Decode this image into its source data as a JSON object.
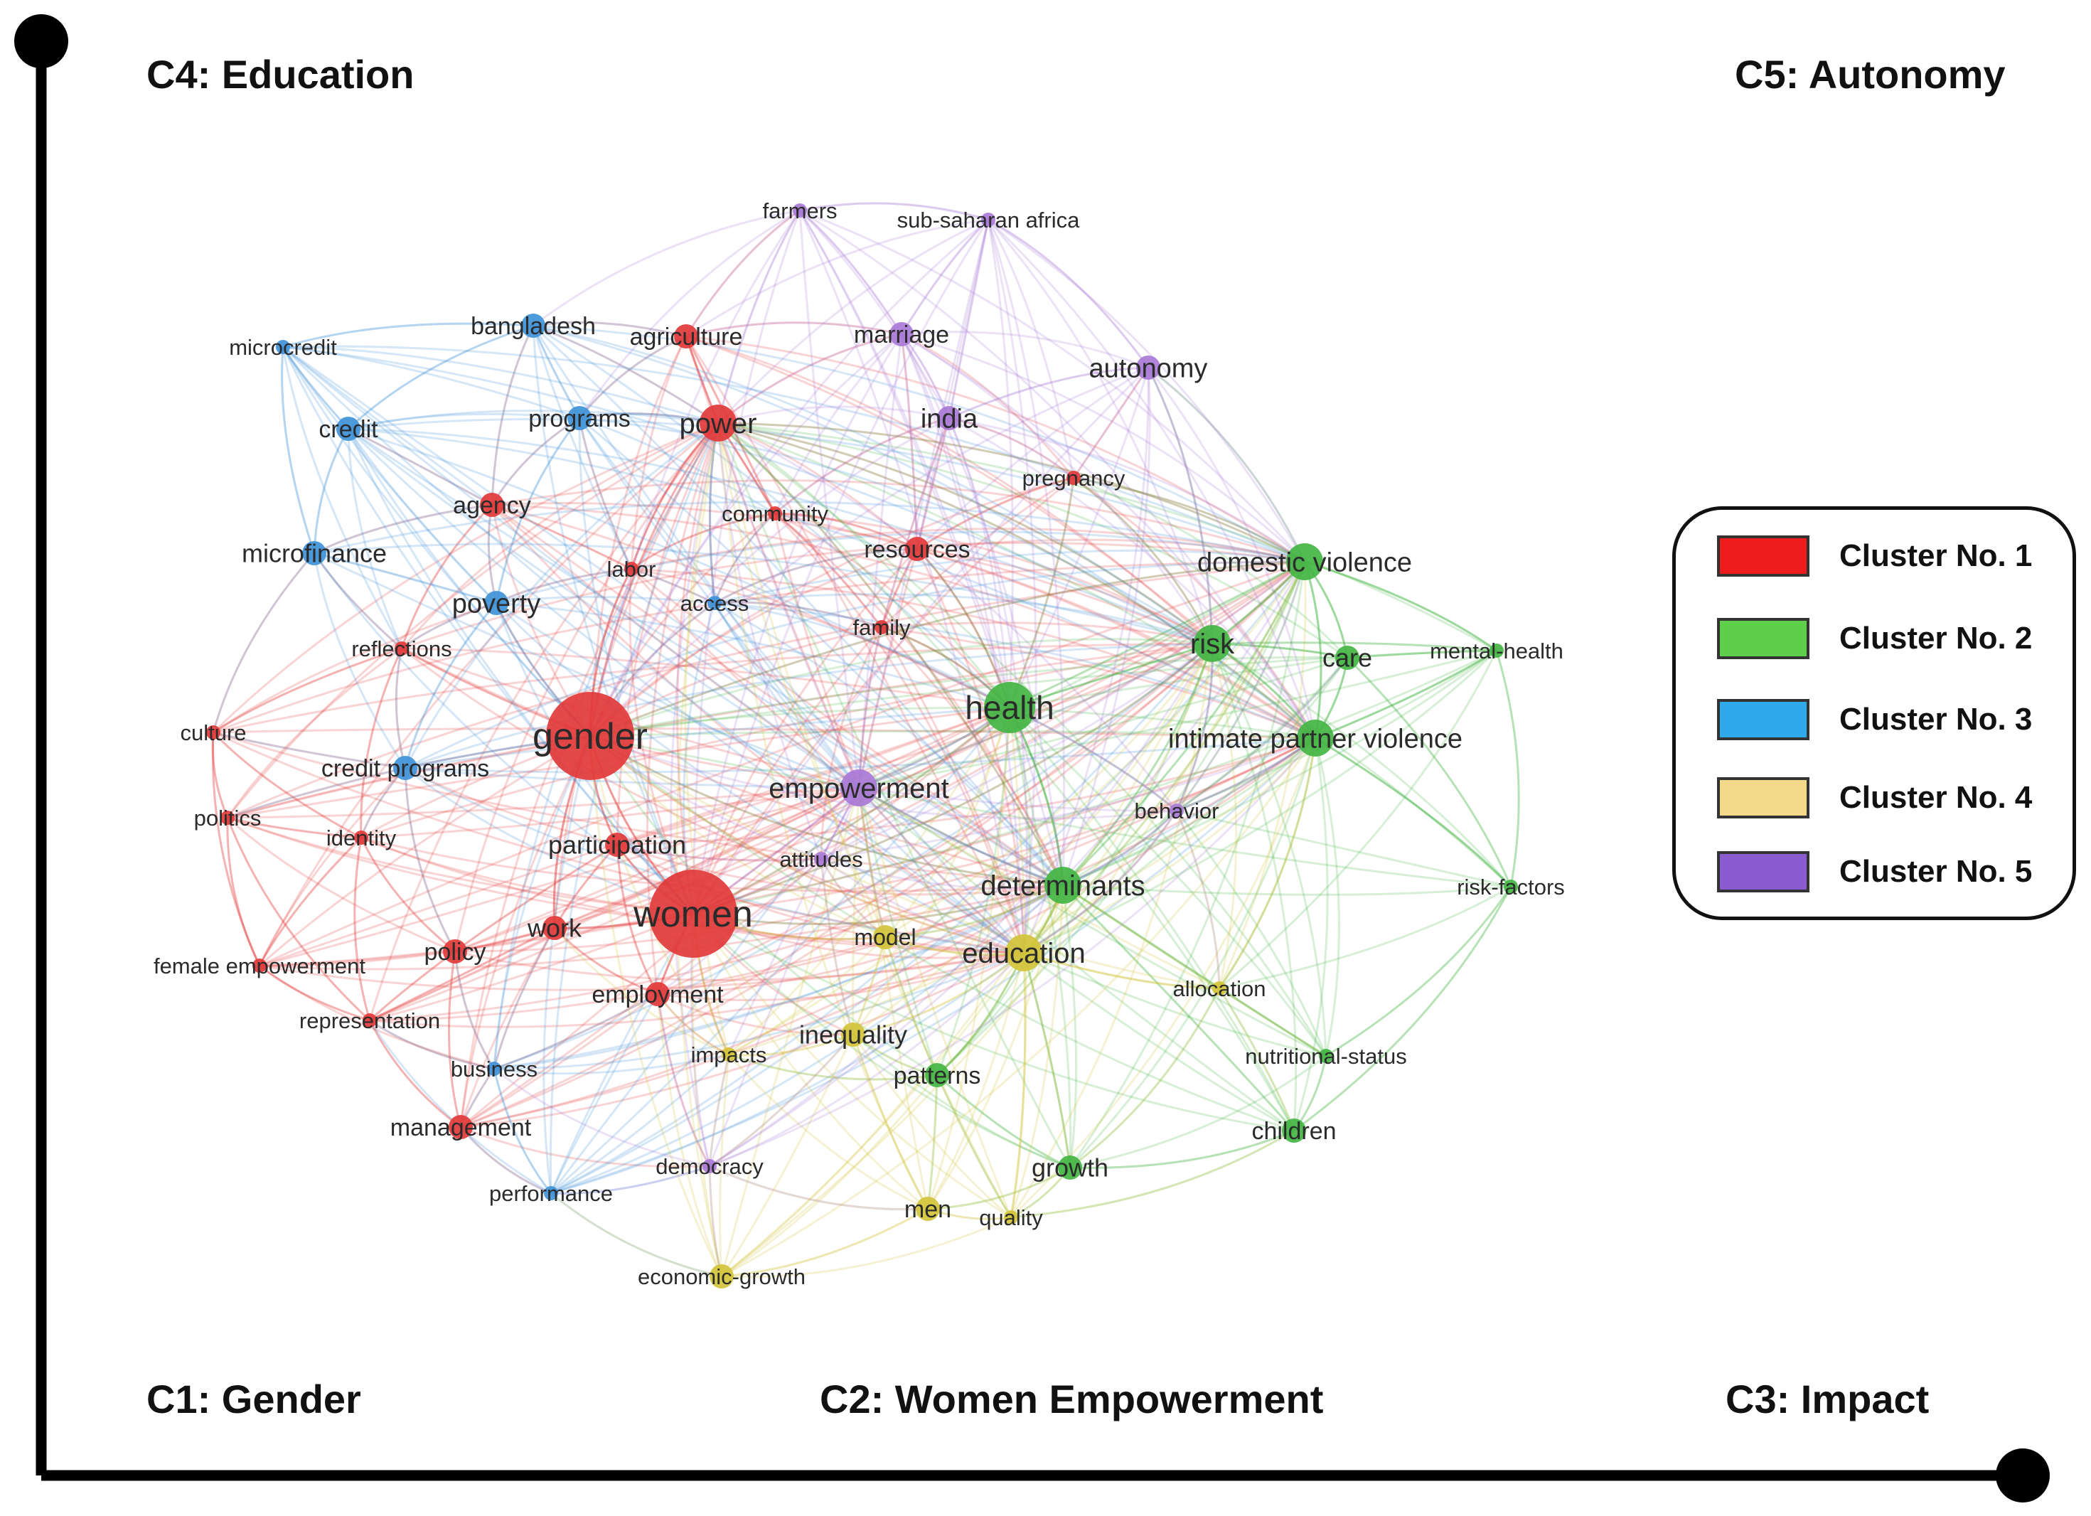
{
  "axes_labels": {
    "top_left": "C4: Education",
    "top_right": "C5: Autonomy",
    "bottom_left": "C1: Gender",
    "bottom_middle": "C2: Women Empowerment",
    "bottom_right": "C3: Impact"
  },
  "legend": [
    {
      "label": "Cluster No. 1",
      "color": "#ee1c1c"
    },
    {
      "label": "Cluster No. 2",
      "color": "#5ecf4a"
    },
    {
      "label": "Cluster No. 3",
      "color": "#30a9ec"
    },
    {
      "label": "Cluster No. 4",
      "color": "#f5d98a"
    },
    {
      "label": "Cluster No. 5",
      "color": "#8a5cd0"
    }
  ],
  "cluster_colors": {
    "1": "#e23a3a",
    "2": "#43b543",
    "3": "#3f93d8",
    "4": "#d3c43a",
    "5": "#a97ad6"
  },
  "nodes": [
    {
      "label": "gender",
      "cluster": 1,
      "weight": 5
    },
    {
      "label": "women",
      "cluster": 1,
      "weight": 5
    },
    {
      "label": "power",
      "cluster": 1,
      "weight": 3
    },
    {
      "label": "agriculture",
      "cluster": 1,
      "weight": 2
    },
    {
      "label": "agency",
      "cluster": 1,
      "weight": 2
    },
    {
      "label": "community",
      "cluster": 1,
      "weight": 1
    },
    {
      "label": "labor",
      "cluster": 1,
      "weight": 1
    },
    {
      "label": "resources",
      "cluster": 1,
      "weight": 2
    },
    {
      "label": "family",
      "cluster": 1,
      "weight": 1
    },
    {
      "label": "reflections",
      "cluster": 1,
      "weight": 1
    },
    {
      "label": "culture",
      "cluster": 1,
      "weight": 1
    },
    {
      "label": "politics",
      "cluster": 1,
      "weight": 1
    },
    {
      "label": "identity",
      "cluster": 1,
      "weight": 1
    },
    {
      "label": "participation",
      "cluster": 1,
      "weight": 2
    },
    {
      "label": "work",
      "cluster": 1,
      "weight": 2
    },
    {
      "label": "policy",
      "cluster": 1,
      "weight": 2
    },
    {
      "label": "female empowerment",
      "cluster": 1,
      "weight": 1
    },
    {
      "label": "employment",
      "cluster": 1,
      "weight": 2
    },
    {
      "label": "representation",
      "cluster": 1,
      "weight": 1
    },
    {
      "label": "management",
      "cluster": 1,
      "weight": 2
    },
    {
      "label": "pregnancy",
      "cluster": 1,
      "weight": 1
    },
    {
      "label": "health",
      "cluster": 2,
      "weight": 4
    },
    {
      "label": "domestic violence",
      "cluster": 2,
      "weight": 3
    },
    {
      "label": "risk",
      "cluster": 2,
      "weight": 3
    },
    {
      "label": "care",
      "cluster": 2,
      "weight": 2
    },
    {
      "label": "mental-health",
      "cluster": 2,
      "weight": 1
    },
    {
      "label": "intimate partner violence",
      "cluster": 2,
      "weight": 3
    },
    {
      "label": "determinants",
      "cluster": 2,
      "weight": 3
    },
    {
      "label": "risk-factors",
      "cluster": 2,
      "weight": 1
    },
    {
      "label": "patterns",
      "cluster": 2,
      "weight": 2
    },
    {
      "label": "nutritional-status",
      "cluster": 2,
      "weight": 1
    },
    {
      "label": "children",
      "cluster": 2,
      "weight": 2
    },
    {
      "label": "growth",
      "cluster": 2,
      "weight": 2
    },
    {
      "label": "microcredit",
      "cluster": 3,
      "weight": 1
    },
    {
      "label": "bangladesh",
      "cluster": 3,
      "weight": 2
    },
    {
      "label": "credit",
      "cluster": 3,
      "weight": 2
    },
    {
      "label": "programs",
      "cluster": 3,
      "weight": 2
    },
    {
      "label": "microfinance",
      "cluster": 3,
      "weight": 2
    },
    {
      "label": "poverty",
      "cluster": 3,
      "weight": 2
    },
    {
      "label": "access",
      "cluster": 3,
      "weight": 1
    },
    {
      "label": "credit programs",
      "cluster": 3,
      "weight": 2
    },
    {
      "label": "business",
      "cluster": 3,
      "weight": 1
    },
    {
      "label": "performance",
      "cluster": 3,
      "weight": 1
    },
    {
      "label": "model",
      "cluster": 4,
      "weight": 2
    },
    {
      "label": "education",
      "cluster": 4,
      "weight": 3
    },
    {
      "label": "allocation",
      "cluster": 4,
      "weight": 1
    },
    {
      "label": "inequality",
      "cluster": 4,
      "weight": 2
    },
    {
      "label": "impacts",
      "cluster": 4,
      "weight": 1
    },
    {
      "label": "men",
      "cluster": 4,
      "weight": 2
    },
    {
      "label": "quality",
      "cluster": 4,
      "weight": 1
    },
    {
      "label": "economic-growth",
      "cluster": 4,
      "weight": 2
    },
    {
      "label": "farmers",
      "cluster": 5,
      "weight": 1
    },
    {
      "label": "sub-saharan africa",
      "cluster": 5,
      "weight": 1
    },
    {
      "label": "marriage",
      "cluster": 5,
      "weight": 2
    },
    {
      "label": "autonomy",
      "cluster": 5,
      "weight": 2
    },
    {
      "label": "india",
      "cluster": 5,
      "weight": 2
    },
    {
      "label": "empowerment",
      "cluster": 5,
      "weight": 3
    },
    {
      "label": "behavior",
      "cluster": 5,
      "weight": 1
    },
    {
      "label": "attitudes",
      "cluster": 5,
      "weight": 1
    },
    {
      "label": "democracy",
      "cluster": 5,
      "weight": 1
    }
  ]
}
